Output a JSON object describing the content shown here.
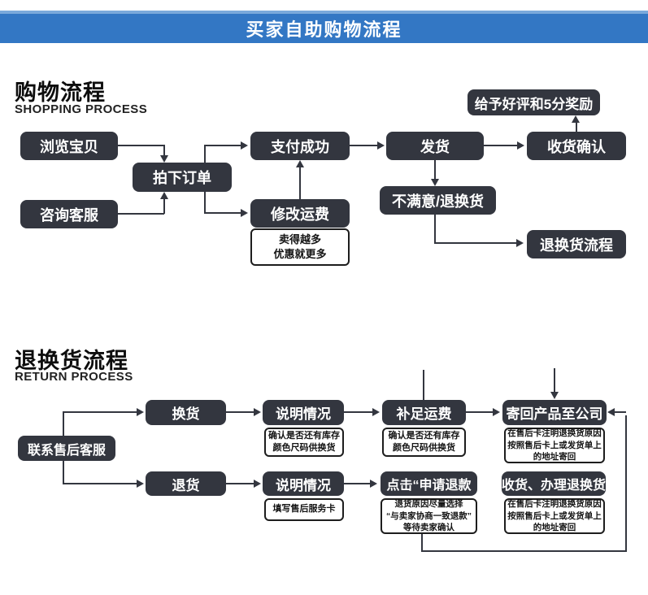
{
  "header": {
    "title": "买家自助购物流程"
  },
  "shopping": {
    "title": "购物流程",
    "subtitle": "SHOPPING PROCESS",
    "nodes": {
      "browse": "浏览宝贝",
      "consult": "咨询客服",
      "place_order": "拍下订单",
      "pay_success": "支付成功",
      "modify_fee": "修改运费",
      "ship": "发货",
      "unsatisfied": "不满意/退换货",
      "confirm_receipt": "收货确认",
      "praise_reward": "给予好评和5分奖励",
      "return_flow": "退换货流程"
    },
    "notes": {
      "buy_more": "卖得越多\n优惠就更多"
    }
  },
  "returns": {
    "title": "退换货流程",
    "subtitle": "RETURN PROCESS",
    "nodes": {
      "contact_service": "联系售后客服",
      "exchange": "换货",
      "return_goods": "退货",
      "explain_1": "说明情况",
      "explain_2": "说明情况",
      "pay_fee": "补足运费",
      "apply_refund": "点击“申请退款",
      "send_back": "寄回产品至公司",
      "receive_process": "收货、办理退换货"
    },
    "notes": {
      "stock_1": "确认是否还有库存\n颜色尺码供换货",
      "stock_2": "确认是否还有库存\n颜色尺码供换货",
      "fill_card": "填写售后服务卡",
      "refund_reason": "退货原因尽量选择\n“与卖家协商一致退款”\n等待卖家确认",
      "address_1": "在售后卡注明退换货原因\n按照售后卡上或发货单上\n的地址寄回",
      "address_2": "在售后卡注明退换货原因\n按照售后卡上或发货单上\n的地址寄回"
    }
  },
  "colors": {
    "banner_blue": "#3377c4",
    "banner_blue_light": "#7aa9db",
    "box_dark": "#33363f",
    "note_border": "#1d1d1d",
    "line": "#33363f"
  }
}
